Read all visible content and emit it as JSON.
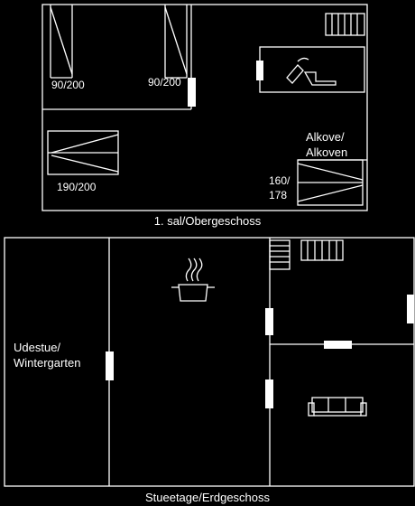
{
  "upper_floor": {
    "caption": "1. sal/Obergeschoss",
    "bed_left": "90/200",
    "bed_middle": "90/200",
    "bed_bottom_left": "190/200",
    "alcove_line1": "Alkove/",
    "alcove_line2": "Alkoven",
    "alcove_bed_line1": "160/",
    "alcove_bed_line2": "178"
  },
  "ground_floor": {
    "caption": "Stueetage/Erdgeschoss",
    "wintergarden_line1": "Udestue/",
    "wintergarden_line2": "Wintergarten"
  }
}
